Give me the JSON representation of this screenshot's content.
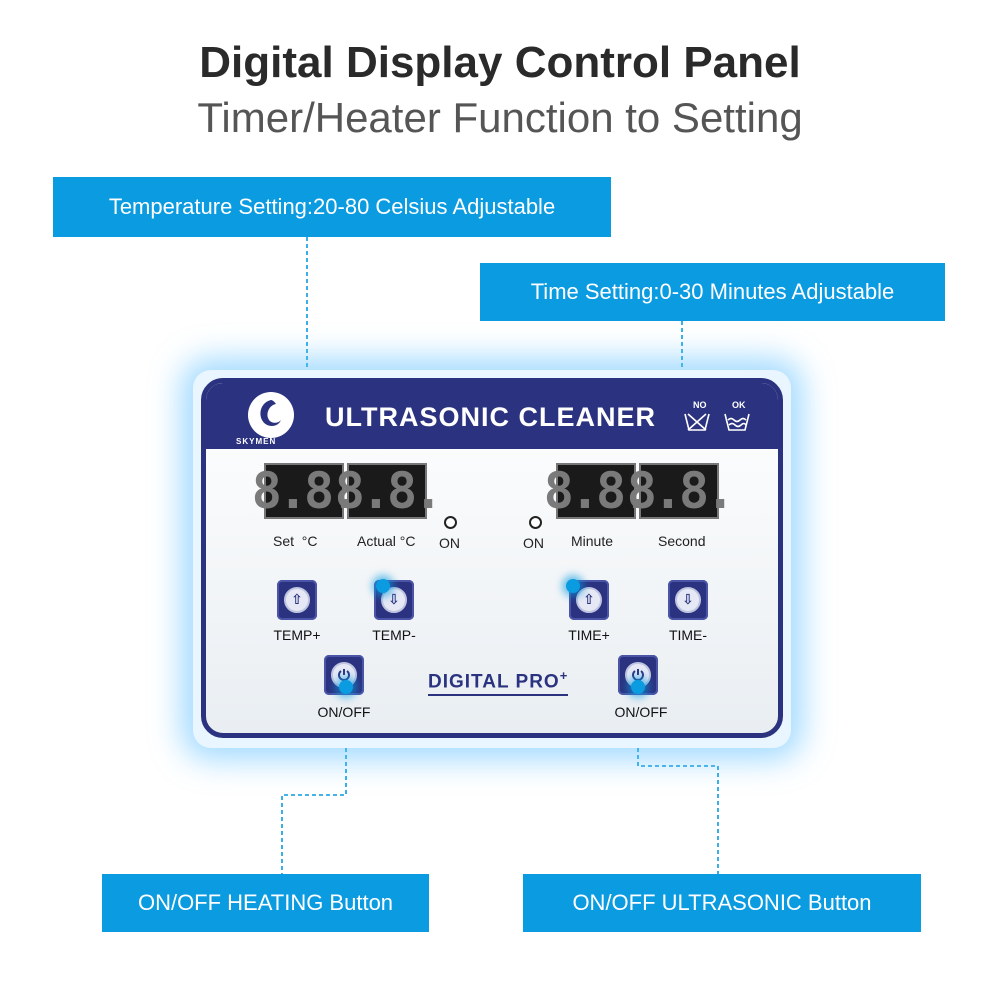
{
  "header": {
    "title": "Digital Display Control Panel",
    "subtitle": "Timer/Heater Function to Setting"
  },
  "callouts": {
    "temperature": "Temperature Setting:20-80 Celsius Adjustable",
    "time": "Time Setting:0-30 Minutes Adjustable",
    "heating": "ON/OFF HEATING Button",
    "ultrasonic": "ON/OFF ULTRASONIC Button"
  },
  "panel": {
    "brand": "ULTRASONIC CLEANER",
    "logo_text": "SKYMEN",
    "wash_no": "NO",
    "wash_ok": "OK",
    "model": "DIGITAL PRO",
    "model_sup": "+",
    "displays": {
      "set_temp": "8.8.",
      "actual_temp": "8.8.",
      "minute": "8.8.",
      "second": "8.8."
    },
    "labels": {
      "set": "Set  °C",
      "actual": "Actual °C",
      "heat_on": "ON",
      "ultra_on": "ON",
      "minute": "Minute",
      "second": "Second"
    },
    "buttons": {
      "temp_plus": "TEMP+",
      "temp_minus": "TEMP-",
      "time_plus": "TIME+",
      "time_minus": "TIME-",
      "heat_onoff": "ON/OFF",
      "ultra_onoff": "ON/OFF"
    }
  },
  "colors": {
    "accent": "#0b9be0",
    "panel_navy": "#2b3380"
  },
  "icons": {
    "up": "up-arrow-icon",
    "down": "down-arrow-icon",
    "power": "power-icon"
  }
}
